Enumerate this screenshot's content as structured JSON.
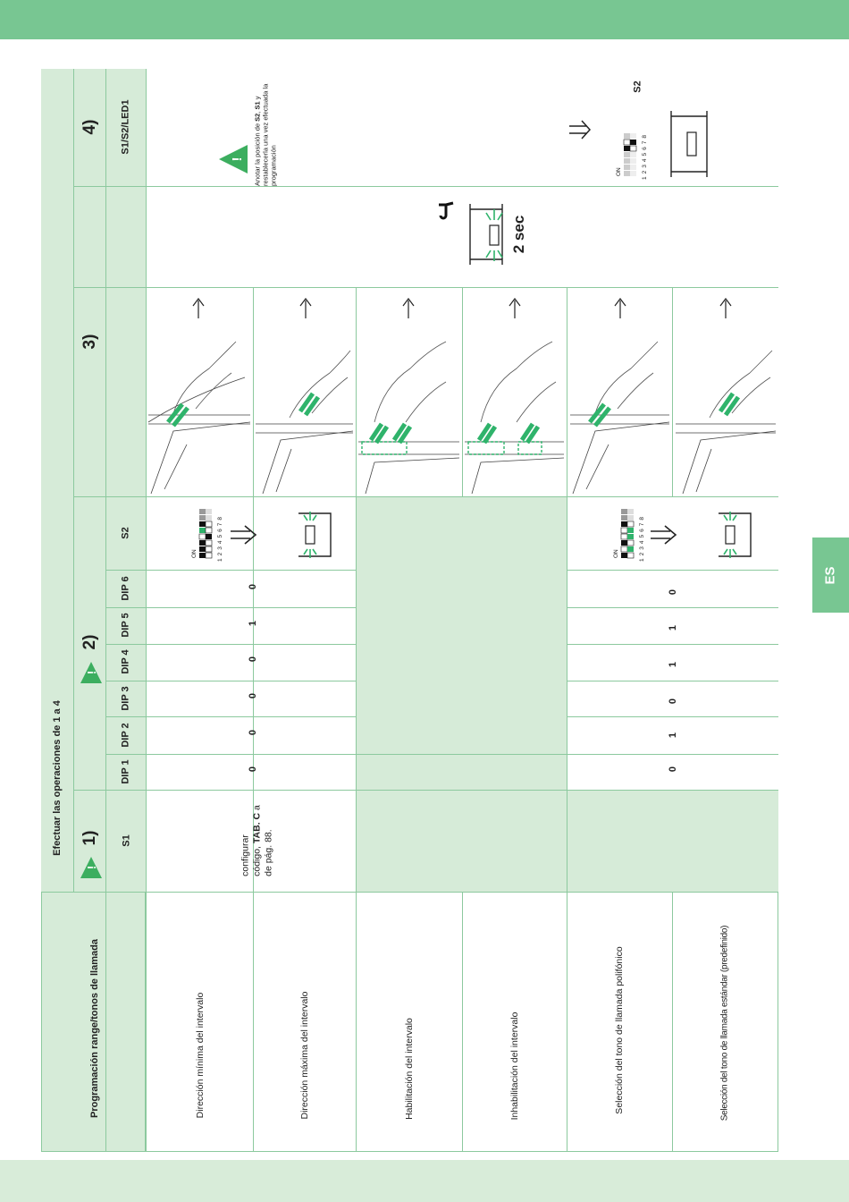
{
  "language_tab": "ES",
  "header": {
    "section_title": "Programación range/tonos de llamada",
    "instruction": "Efectuar las operaciones de 1 a 4"
  },
  "steps": {
    "step1": "1)",
    "step2": "2)",
    "step3": "3)",
    "step4": "4)"
  },
  "columns": {
    "s1": "S1",
    "dip1": "DIP 1",
    "dip2": "DIP 2",
    "dip3": "DIP 3",
    "dip4": "DIP 4",
    "dip5": "DIP 5",
    "dip6": "DIP 6",
    "s2": "S2",
    "s1s2led1": "S1/S2/LED1"
  },
  "s1_text": {
    "line1": "configurar",
    "line2a": "código, ",
    "line2b": "TAB. C",
    "line2c": " a",
    "line3": "de pág. 88."
  },
  "rows": [
    {
      "label": "Dirección mínima del intervalo"
    },
    {
      "label": "Dirección máxima del intervalo"
    },
    {
      "label": "Habilitación del intervalo"
    },
    {
      "label": "Inhabilitación del intervalo"
    },
    {
      "label": "Selección del tono de llamada polifónico"
    },
    {
      "label": "Selección del tono de llamada estándar (predefinido)"
    }
  ],
  "dip_values": {
    "range": [
      "0",
      "0",
      "0",
      "0",
      "1",
      "0"
    ],
    "tone": [
      "0",
      "1",
      "0",
      "1",
      "1",
      "0"
    ],
    "tone_dip2_dip4": [
      "1",
      "1"
    ]
  },
  "dip_switch": {
    "on_label": "ON",
    "numbers": "1 2 3 4 5 6 7 8"
  },
  "step3_time": "2 sec",
  "step4": {
    "note_pre": "Anotar la posición de ",
    "note_b1": "S2",
    "note_mid": ", ",
    "note_b2": "S1",
    "note_post": " y restablecerla una vez efectuada la programación",
    "s2_label": "S2"
  },
  "colors": {
    "accent": "#78c692",
    "panel": "#d6ebd8",
    "line": "#8cc99e",
    "led": "#2fb36b"
  },
  "icons": [
    "warning-triangle-icon",
    "arrow-icon",
    "hand-pressing-icon",
    "dip-switch-icon",
    "led-icon",
    "sound-icon"
  ]
}
